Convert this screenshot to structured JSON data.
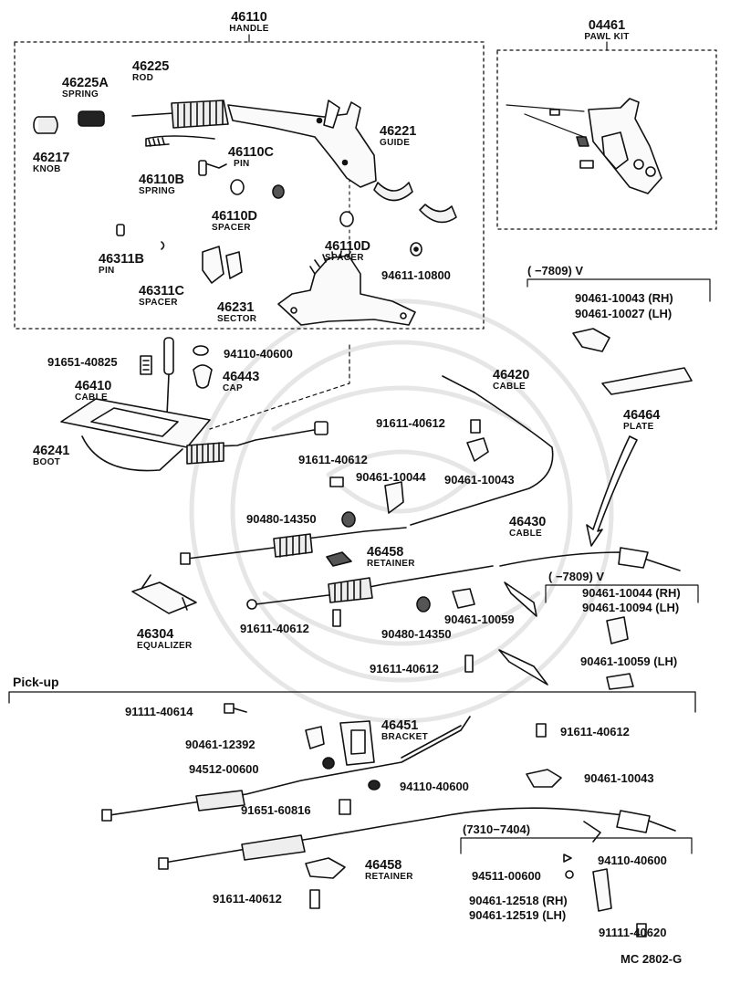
{
  "groups": {
    "handle": {
      "number": "46110",
      "name": "HANDLE"
    },
    "pawl_kit": {
      "number": "04461",
      "name": "PAWL KIT"
    },
    "pickup": {
      "title": "Pick-up"
    },
    "range_a": {
      "text": "(     −7809) V"
    },
    "range_b": {
      "text": "(     −7809) V"
    },
    "range_c": {
      "text": "(7310−7404)"
    }
  },
  "parts": {
    "p46225A": {
      "number": "46225A",
      "name": "SPRING"
    },
    "p46225": {
      "number": "46225",
      "name": "ROD"
    },
    "p46217": {
      "number": "46217",
      "name": "KNOB"
    },
    "p46110C": {
      "number": "46110C",
      "name": "PIN"
    },
    "p46221": {
      "number": "46221",
      "name": "GUIDE"
    },
    "p46110B": {
      "number": "46110B",
      "name": "SPRING"
    },
    "p46110D_a": {
      "number": "46110D",
      "name": "SPACER"
    },
    "p46110D_b": {
      "number": "46110D",
      "name": "SPACER"
    },
    "p46311B": {
      "number": "46311B",
      "name": "PIN"
    },
    "p46311C": {
      "number": "46311C",
      "name": "SPACER"
    },
    "p94611_10800": {
      "number": "94611-10800"
    },
    "p46231": {
      "number": "46231",
      "name": "SECTOR"
    },
    "p91651_40825": {
      "number": "91651-40825"
    },
    "p94110_40600_a": {
      "number": "94110-40600"
    },
    "p46410": {
      "number": "46410",
      "name": "CABLE"
    },
    "p46443": {
      "number": "46443",
      "name": "CAP"
    },
    "p46420": {
      "number": "46420",
      "name": "CABLE"
    },
    "p91611_40612_a": {
      "number": "91611-40612"
    },
    "p46241": {
      "number": "46241",
      "name": "BOOT"
    },
    "p91611_40612_b": {
      "number": "91611-40612"
    },
    "p90461_10044": {
      "number": "90461-10044"
    },
    "p90461_10043_a": {
      "number": "90461-10043"
    },
    "p90461_10043_rh": {
      "number": "90461-10043 (RH)"
    },
    "p90461_10027_lh": {
      "number": "90461-10027 (LH)"
    },
    "p46464": {
      "number": "46464",
      "name": "PLATE"
    },
    "p90480_14350_a": {
      "number": "90480-14350"
    },
    "p46430": {
      "number": "46430",
      "name": "CABLE"
    },
    "p46458_a": {
      "number": "46458",
      "name": "RETAINER"
    },
    "p90461_10044_rh": {
      "number": "90461-10044 (RH)"
    },
    "p90461_10094_lh": {
      "number": "90461-10094 (LH)"
    },
    "p91611_40612_c": {
      "number": "91611-40612"
    },
    "p90461_10059": {
      "number": "90461-10059"
    },
    "p90480_14350_b": {
      "number": "90480-14350"
    },
    "p46304": {
      "number": "46304",
      "name": "EQUALIZER"
    },
    "p91611_40612_d": {
      "number": "91611-40612"
    },
    "p90461_10059_lh": {
      "number": "90461-10059 (LH)"
    },
    "p91111_40614": {
      "number": "91111-40614"
    },
    "p46451": {
      "number": "46451",
      "name": "BRACKET"
    },
    "p90461_12392": {
      "number": "90461-12392"
    },
    "p91611_40612_e": {
      "number": "91611-40612"
    },
    "p94512_00600": {
      "number": "94512-00600"
    },
    "p90461_10043_b": {
      "number": "90461-10043"
    },
    "p94110_40600_b": {
      "number": "94110-40600"
    },
    "p91651_60816": {
      "number": "91651-60816"
    },
    "p94110_40600_c": {
      "number": "94110-40600"
    },
    "p46458_b": {
      "number": "46458",
      "name": "RETAINER"
    },
    "p94511_00600": {
      "number": "94511-00600"
    },
    "p91611_40612_f": {
      "number": "91611-40612"
    },
    "p90461_12518_rh": {
      "number": "90461-12518 (RH)"
    },
    "p90461_12519_lh": {
      "number": "90461-12519 (LH)"
    },
    "p91111_40620": {
      "number": "91111-40620"
    }
  },
  "footer": {
    "code": "MC 2802-G"
  }
}
